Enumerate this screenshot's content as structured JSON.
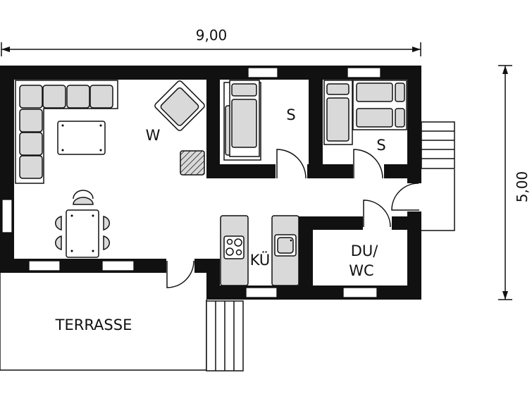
{
  "dimensions": {
    "width": "9,00",
    "depth": "5,00"
  },
  "rooms": {
    "living": "W",
    "bedroom1": "S",
    "bedroom2": "S",
    "kitchen": "KÜ",
    "bath_line1": "DU/",
    "bath_line2": "WC",
    "terrace": "TERRASSE"
  },
  "colors": {
    "wall": "#111111",
    "furniture": "#d9d9d9",
    "background": "#ffffff"
  }
}
